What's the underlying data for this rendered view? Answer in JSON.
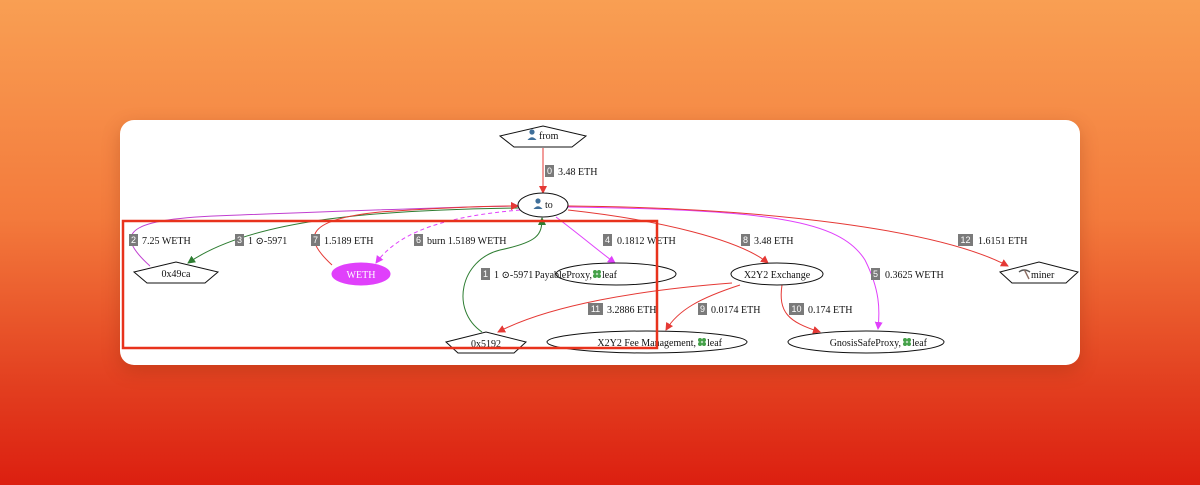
{
  "nodes": {
    "from": {
      "label": "from",
      "icon": "person-icon"
    },
    "to": {
      "label": "to",
      "icon": "person-icon"
    },
    "n0x49ca": {
      "label": "0x49ca"
    },
    "weth": {
      "label": "WETH",
      "color": "#e040fb"
    },
    "payable": {
      "label": "PayableProxy,",
      "tag": "leaf",
      "icon": "clover-icon"
    },
    "x2y2": {
      "label": "X2Y2 Exchange"
    },
    "miner": {
      "label": "miner",
      "icon": "pickaxe-icon"
    },
    "n0x5192": {
      "label": "0x5192"
    },
    "fee": {
      "label": "X2Y2 Fee Management,",
      "tag": "leaf",
      "icon": "clover-icon"
    },
    "gnosis": {
      "label": "GnosisSafeProxy,",
      "tag": "leaf",
      "icon": "clover-icon"
    }
  },
  "edges": [
    {
      "index": "0",
      "text": "3.48 ETH",
      "color": "#e53935"
    },
    {
      "index": "1",
      "text": "1 ⊙-5971",
      "color": "#2e7d32"
    },
    {
      "index": "2",
      "text": "7.25 WETH",
      "color": "#c040d0"
    },
    {
      "index": "3",
      "text": "1 ⊙-5971",
      "color": "#2e7d32"
    },
    {
      "index": "4",
      "text": "0.1812 WETH",
      "color": "#e040fb"
    },
    {
      "index": "5",
      "text": "0.3625 WETH",
      "color": "#e040fb"
    },
    {
      "index": "6",
      "text": "burn 1.5189 WETH",
      "color": "#e040fb"
    },
    {
      "index": "7",
      "text": "1.5189 ETH",
      "color": "#e53935"
    },
    {
      "index": "8",
      "text": "3.48 ETH",
      "color": "#e53935"
    },
    {
      "index": "9",
      "text": "0.0174 ETH",
      "color": "#e53935"
    },
    {
      "index": "10",
      "text": "0.174 ETH",
      "color": "#e53935"
    },
    {
      "index": "11",
      "text": "3.2886 ETH",
      "color": "#e53935"
    },
    {
      "index": "12",
      "text": "1.6151 ETH",
      "color": "#e53935"
    }
  ],
  "highlight": {
    "color": "#e8321c"
  }
}
